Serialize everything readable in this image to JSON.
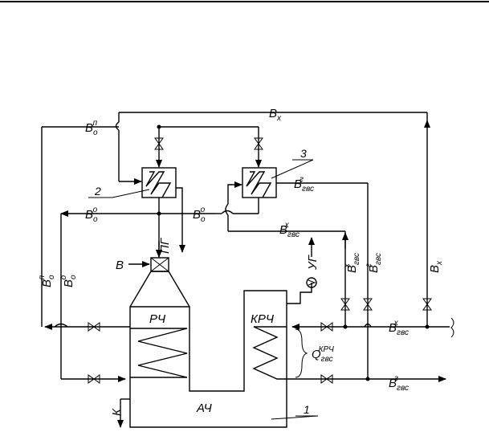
{
  "labels": {
    "vx_top": {
      "main": "В",
      "sub": "х"
    },
    "vo_p_top": {
      "main": "В",
      "sub": "о",
      "sup": "п"
    },
    "vo_left": {
      "main": "В",
      "sub": "о",
      "sup": "о"
    },
    "vo_mid": {
      "main": "В",
      "sub": "о",
      "sup": "о"
    },
    "vgvs_g_upper": {
      "main": "В",
      "sub": "гвс",
      "sup": "г"
    },
    "vgvs_x_mid": {
      "main": "В",
      "sub": "гвс",
      "sup": "х"
    },
    "pg": "ПГ",
    "v_air": "В",
    "ug": "УГ",
    "vo_p_vert": {
      "main": "В",
      "sub": "о",
      "sup": "п"
    },
    "vo_o_vert": {
      "main": "В",
      "sub": "о",
      "sup": "о"
    },
    "vgvs_x_vert": {
      "main": "В",
      "sub": "гвс",
      "sup": "х"
    },
    "vgvs_g_vert": {
      "main": "В",
      "sub": "гвс",
      "sup": "г"
    },
    "vx_vert": {
      "main": "В",
      "sub": "х"
    },
    "rch": "РЧ",
    "krch": "КРЧ",
    "ach": "АЧ",
    "q": {
      "main": "Q",
      "sub": "гвс",
      "sup": "КРЧ"
    },
    "vgvs_x_right": {
      "main": "В",
      "sub": "гвс",
      "sup": "х"
    },
    "vgvs_g_right": {
      "main": "В",
      "sub": "гвс",
      "sup": "г"
    },
    "k": "К",
    "n1": "1",
    "n2": "2",
    "n3": "3"
  }
}
